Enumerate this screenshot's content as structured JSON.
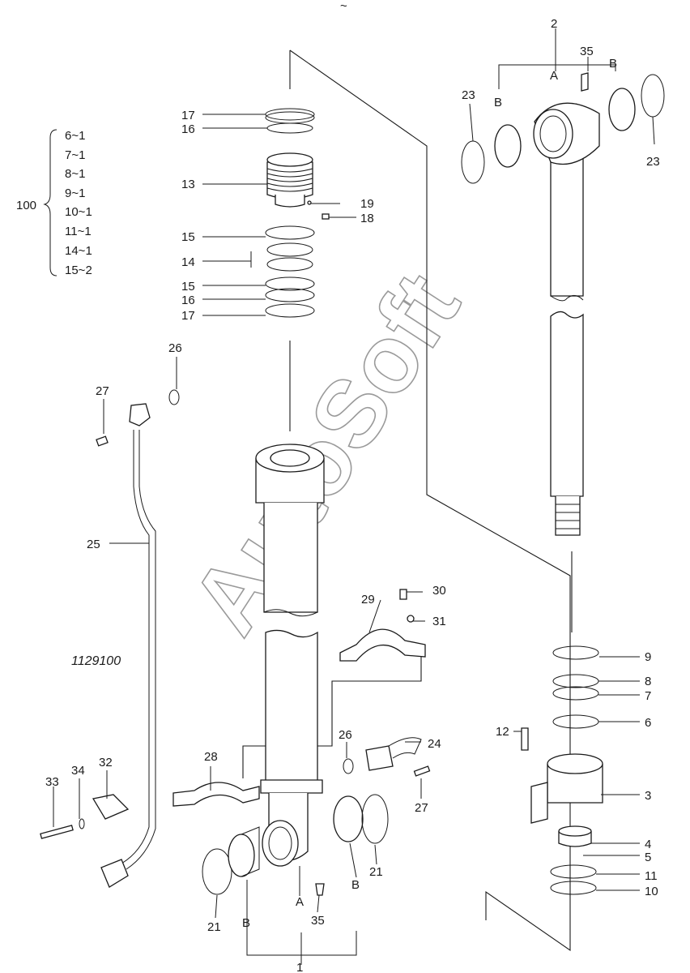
{
  "drawing": {
    "code": "1129100",
    "watermark": "AutoSoft",
    "top_mark": "~"
  },
  "kit": {
    "number": "100",
    "items": [
      "6~1",
      "7~1",
      "8~1",
      "9~1",
      "10~1",
      "11~1",
      "14~1",
      "15~2"
    ]
  },
  "labels": {
    "p1": "1",
    "p2": "2",
    "p3": "3",
    "p4": "4",
    "p5": "5",
    "p6": "6",
    "p7": "7",
    "p8": "8",
    "p9": "9",
    "p10": "10",
    "p11": "11",
    "p12": "12",
    "p13": "13",
    "p14": "14",
    "p15": "15",
    "p16": "16",
    "p17": "17",
    "p18": "18",
    "p19": "19",
    "p21": "21",
    "p23": "23",
    "p24": "24",
    "p25": "25",
    "p26": "26",
    "p27": "27",
    "p28": "28",
    "p29": "29",
    "p30": "30",
    "p31": "31",
    "p32": "32",
    "p33": "33",
    "p34": "34",
    "p35": "35",
    "A": "A",
    "B": "B"
  }
}
